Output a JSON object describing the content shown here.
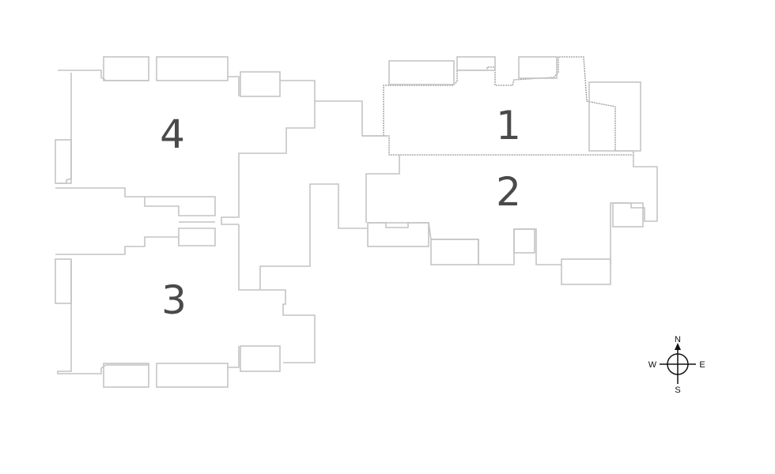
{
  "floor_plan": {
    "units": [
      {
        "label": "1"
      },
      {
        "label": "2"
      },
      {
        "label": "3"
      },
      {
        "label": "4"
      }
    ],
    "compass": {
      "north": "N",
      "east": "E",
      "south": "S",
      "west": "W"
    },
    "colors": {
      "walls": "#c4c4c4",
      "unit1_outline": "#999999",
      "labels": "#4a4a4a"
    }
  }
}
